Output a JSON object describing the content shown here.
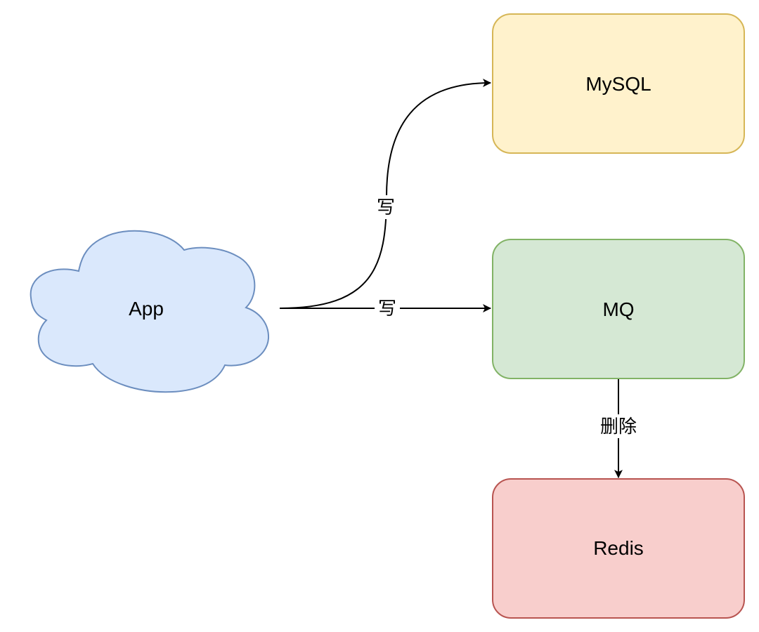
{
  "nodes": {
    "app": {
      "label": "App",
      "shape": "cloud",
      "fill": "#dae8fc",
      "stroke": "#6c8ebf"
    },
    "mysql": {
      "label": "MySQL",
      "shape": "rounded-rect",
      "fill": "#fff2cc",
      "stroke": "#d6b656"
    },
    "mq": {
      "label": "MQ",
      "shape": "rounded-rect",
      "fill": "#d5e8d4",
      "stroke": "#82b366"
    },
    "redis": {
      "label": "Redis",
      "shape": "rounded-rect",
      "fill": "#f8cecc",
      "stroke": "#b85450"
    }
  },
  "edges": {
    "app_to_mysql": {
      "from": "App",
      "to": "MySQL",
      "label": "写"
    },
    "app_to_mq": {
      "from": "App",
      "to": "MQ",
      "label": "写"
    },
    "mq_to_redis": {
      "from": "MQ",
      "to": "Redis",
      "label": "删除"
    }
  },
  "colors": {
    "edge": "#000000",
    "background": "#ffffff"
  }
}
